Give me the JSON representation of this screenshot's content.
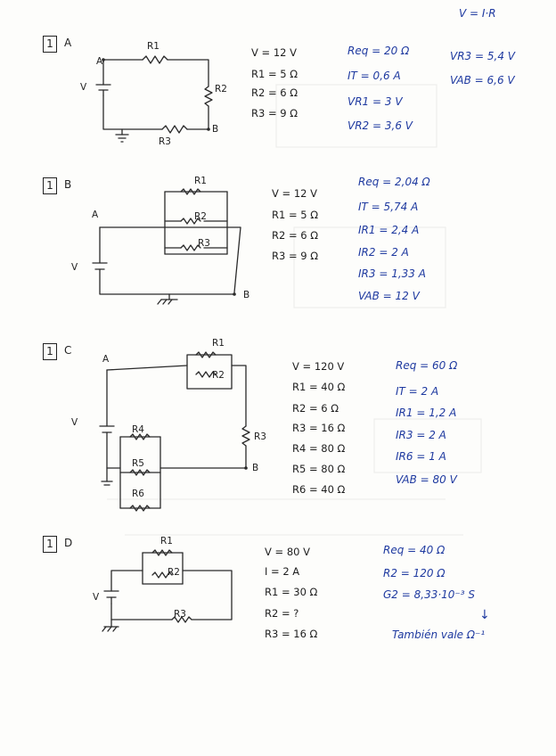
{
  "header_formula": "V = I·R",
  "problems": [
    {
      "number": "1",
      "letter": "A",
      "nodes": [
        "A",
        "B"
      ],
      "source_label": "V",
      "resistor_labels": [
        "R1",
        "R2",
        "R3"
      ],
      "givens": [
        "V = 12 V",
        "R1 = 5 Ω",
        "R2 = 6 Ω",
        "R3 = 9 Ω"
      ],
      "answers": [
        "Req = 20 Ω",
        "IT = 0,6 A",
        "VR1 = 3 V",
        "VR2 = 3,6 V"
      ],
      "answers_extra": [
        "VR3 = 5,4 V",
        "VAB = 6,6 V"
      ]
    },
    {
      "number": "1",
      "letter": "B",
      "nodes": [
        "A",
        "B"
      ],
      "source_label": "V",
      "resistor_labels": [
        "R1",
        "R2",
        "R3"
      ],
      "givens": [
        "V = 12 V",
        "R1 = 5 Ω",
        "R2 = 6 Ω",
        "R3 = 9 Ω"
      ],
      "answers": [
        "Req = 2,04 Ω",
        "IT = 5,74 A",
        "IR1 = 2,4 A",
        "IR2 = 2 A",
        "IR3 = 1,33 A",
        "VAB = 12 V"
      ]
    },
    {
      "number": "1",
      "letter": "C",
      "nodes": [
        "A",
        "B"
      ],
      "source_label": "V",
      "resistor_labels": [
        "R1",
        "R2",
        "R3",
        "R4",
        "R5",
        "R6"
      ],
      "givens": [
        "V = 120 V",
        "R1 = 40 Ω",
        "R2 = 6 Ω",
        "R3 = 16 Ω",
        "R4 = 80 Ω",
        "R5 = 80 Ω",
        "R6 = 40 Ω"
      ],
      "answers": [
        "Req = 60 Ω",
        "IT = 2 A",
        "IR1 = 1,2 A",
        "IR3 = 2 A",
        "IR6 = 1 A",
        "VAB = 80 V"
      ]
    },
    {
      "number": "1",
      "letter": "D",
      "source_label": "V",
      "resistor_labels": [
        "R1",
        "R2",
        "R3"
      ],
      "givens": [
        "V = 80 V",
        "I = 2 A",
        "R1 = 30 Ω",
        "R2 = ?",
        "R3 = 16 Ω"
      ],
      "answers": [
        "Req = 40 Ω",
        "R2 = 120 Ω",
        "G2 = 8,33·10⁻³ S",
        "↓",
        "También vale Ω⁻¹"
      ]
    }
  ]
}
